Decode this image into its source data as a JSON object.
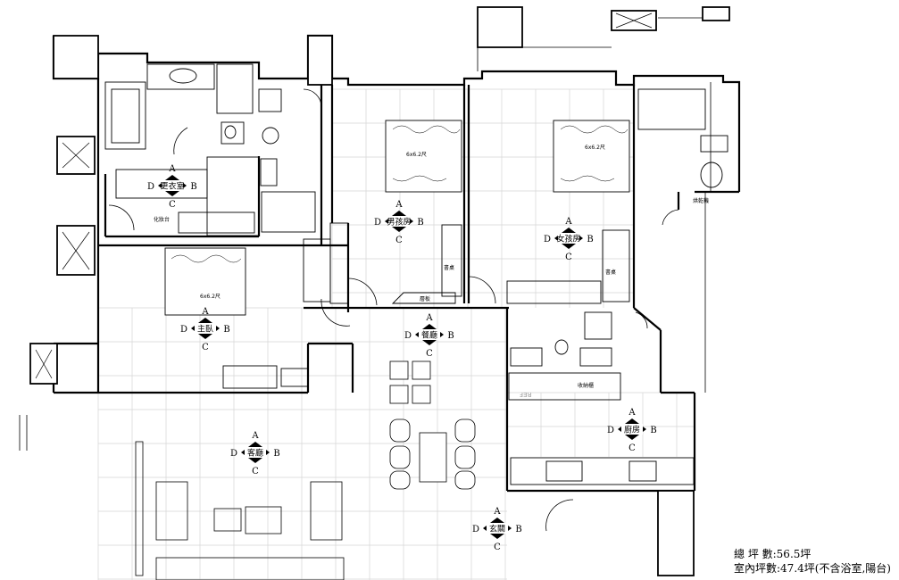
{
  "rooms": [
    {
      "id": "dressing",
      "label": "更衣室"
    },
    {
      "id": "boys",
      "label": "男孩房"
    },
    {
      "id": "girls",
      "label": "女孩房"
    },
    {
      "id": "master",
      "label": "主臥"
    },
    {
      "id": "dining",
      "label": "餐廳"
    },
    {
      "id": "living",
      "label": "客廳"
    },
    {
      "id": "kitchen",
      "label": "廚房"
    },
    {
      "id": "entry",
      "label": "玄關"
    }
  ],
  "marker_letters": {
    "top": "A",
    "left": "D",
    "right": "B",
    "bottom": "C"
  },
  "fixture_labels": {
    "vanity": "化妝台",
    "bed_master": "6x6.2尺",
    "bed_boys": "6x6.2尺",
    "bed_girls": "6x6.2尺",
    "desk_boys": "書桌",
    "desk_girls": "書桌",
    "shelf_boys": "層板",
    "storage_cabinet": "收納櫃",
    "ref": "REF",
    "dryer": "烘乾機"
  },
  "summary": {
    "total": "總 坪 數:56.5坪",
    "indoor": "室內坪數:47.4坪(不含浴室,陽台)"
  }
}
